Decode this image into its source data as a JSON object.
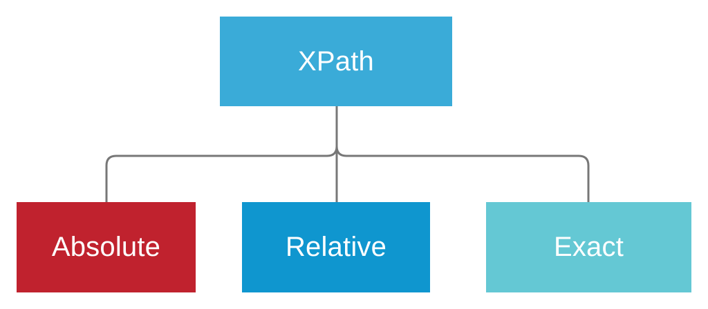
{
  "diagram": {
    "root": {
      "label": "XPath",
      "color": "#3aabd8"
    },
    "children": [
      {
        "label": "Absolute",
        "color": "#c0222e"
      },
      {
        "label": "Relative",
        "color": "#0f96cf"
      },
      {
        "label": "Exact",
        "color": "#64c8d4"
      }
    ],
    "connector_color": "#777777"
  }
}
